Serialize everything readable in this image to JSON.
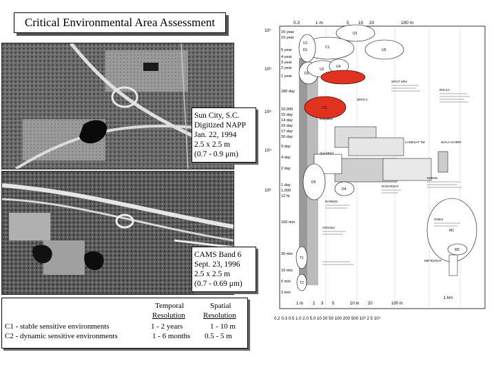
{
  "title": "Critical Environmental Area Assessment",
  "caption1": {
    "lines": [
      "Sun City, S.C.",
      "Digitized NAPP",
      "Jan. 22, 1994",
      "2.5 x 2.5 m",
      "(0.7 - 0.9 μm)"
    ]
  },
  "caption2": {
    "lines": [
      "CAMS Band 6",
      "Sept. 23, 1996",
      "2.5 x 2.5 m",
      "(0.7 - 0.69 μm)"
    ]
  },
  "summary": {
    "temporal_header": [
      "Temporal",
      "Resolution"
    ],
    "spatial_header": [
      "Spatial",
      "Resolution"
    ],
    "rows": [
      {
        "label": "C1 - stable sensitive environments",
        "temporal": "1 - 2  years",
        "spatial": "1 - 10 m"
      },
      {
        "label": "C2 - dynamic sensitive environments",
        "temporal": "1 - 6  months",
        "spatial": "0.5 -   5 m"
      }
    ]
  },
  "diagram": {
    "top_ticks": [
      "0.3",
      "1 m",
      "5",
      "10",
      "20",
      "100 m"
    ],
    "bottom_ticks": [
      "1 m",
      "2",
      "3",
      "5",
      "10 m",
      "20",
      "100 m",
      "1 km"
    ],
    "bottom_numbers": "0.2 0.3 0.5 1.0 2.0 5.0 10 20 50 100 200 500 10³ 2 5 10⁴",
    "left_labels": [
      "15 year",
      "10 year",
      "5 year",
      "4 year",
      "3 year",
      "2 year",
      "1 year",
      "180 day",
      "10,000",
      "15 day",
      "14 day",
      "16 day",
      "17 day",
      "26 day",
      "9 day",
      "4 day",
      "2 day",
      "1 day",
      "12 hr",
      "1,000",
      "100 min",
      "30 min",
      "10 min",
      "5 min",
      "3 min"
    ],
    "exponents": [
      "10⁷",
      "10⁶",
      "10⁵",
      "10⁴",
      "10³"
    ],
    "ellipse_labels": [
      "U1",
      "D1",
      "D2",
      "U2",
      "U3",
      "C1",
      "U4",
      "U5",
      "D5",
      "C2",
      "M1",
      "M2",
      "D4",
      "T1",
      "T2"
    ],
    "sensor_labels": [
      "SPOT HRV",
      "JERS-1",
      "IRS-1A",
      "LANDSAT TM",
      "NOAA AVHRR",
      "MODIS",
      "RADARSAT",
      "GOES",
      "METEOSAT",
      "IKONOS",
      "QuickBird",
      "EarlyBird",
      "OrbView"
    ]
  }
}
